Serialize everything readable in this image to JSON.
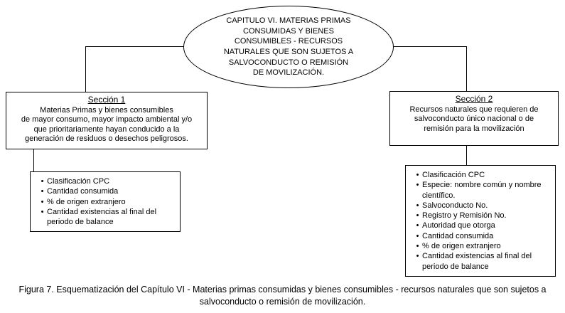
{
  "chapter": {
    "title": "CAPITULO VI. MATERIAS PRIMAS\nCONSUMIDAS Y BIENES\nCONSUMIBLES - RECURSOS\nNATURALES QUE SON SUJETOS A\nSALVOCONDUCTO O REMISIÓN\nDE MOVILIZACIÓN."
  },
  "section1": {
    "title": "Sección 1",
    "body": "Materias Primas y bienes consumibles\nde mayor consumo, mayor impacto ambiental y/o\nque prioritariamente hayan conducido a la\ngeneración de residuos o desechos peligrosos.",
    "items": [
      "Clasificación CPC",
      "Cantidad consumida",
      "% de origen extranjero",
      "Cantidad existencias al final del periodo de balance"
    ]
  },
  "section2": {
    "title": "Sección 2",
    "body": "Recursos naturales que requieren de\nsalvoconducto único nacional o de\nremisión para la movilización",
    "items": [
      "Clasificación CPC",
      "Especie: nombre común y nombre científico.",
      "Salvoconducto No.",
      "Registro y Remisión No.",
      "Autoridad que otorga",
      "Cantidad consumida",
      "% de origen extranjero",
      "Cantidad existencias al final del periodo de balance"
    ]
  },
  "caption": {
    "text": "Figura 7. Esquematización del Capítulo VI - Materias primas consumidas y bienes consumibles - recursos naturales que son sujetos a salvoconducto o remisión de movilización."
  },
  "colors": {
    "line": "#000000",
    "background": "#ffffff",
    "text": "#000000"
  }
}
